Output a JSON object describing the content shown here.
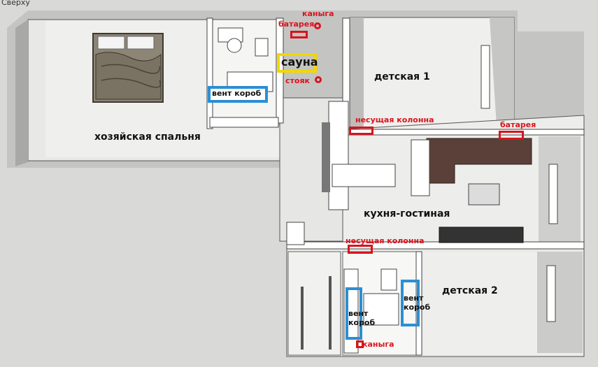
{
  "view_label": "Сверху",
  "rooms": {
    "master_bedroom": "хозяйская спальня",
    "kids_room_1": "детская 1",
    "kitchen_living": "кухня-гостиная",
    "kids_room_2": "детская 2",
    "sauna": "сауна"
  },
  "annotations": {
    "drain_top": "каныга",
    "radiator_bath": "батарея",
    "riser": "стояк",
    "vent_box_bath": "вент короб",
    "column_upper": "несущая колонна",
    "radiator_living": "батарея",
    "column_lower": "несущая колонна",
    "vent_box_lower_left": "вент\nкороб",
    "vent_box_lower_right": "вент\nкороб",
    "drain_bottom": "каныга"
  },
  "colors": {
    "annotation_red": "#d8141c",
    "annotation_blue": "#2a8fd4",
    "annotation_yellow": "#f0d800",
    "floor": "#ececea",
    "wall_top": "#ffffff",
    "wall_side": "#b9b9b7"
  }
}
